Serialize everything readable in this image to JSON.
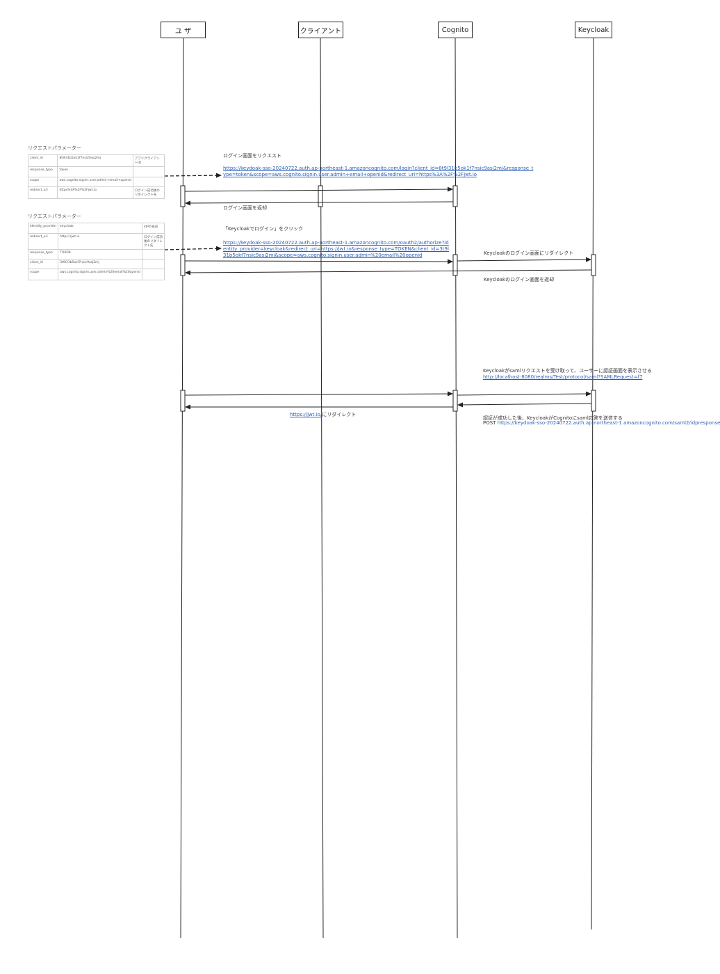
{
  "actors": [
    "ユ ザ",
    "クライアント",
    "Cognito",
    "Keycloak"
  ],
  "step1": {
    "title": "ログイン画面をリクエスト",
    "url": "https://keydoak-sso-20240722.auth.ap-northeast-1.amazoncognito.com/login?client_id=8t9l31b5ok1f7nsic9asj2mj&response_type=token&scope=aws.cognito.signin.user.admin+email+openid&redirect_uri=https%3A%2F%2Fjwt.io",
    "return": "ログイン画面を返却"
  },
  "step2": {
    "title": "「Keycloakでログイン」をクリック",
    "url": "https://keydoak-sso-20240722.auth.ap-northeast-1.amazoncognito.com/oauth2/authorize?identity_provider=keycloak&redirect_uri=https://jwt.io&response_type=TOKEN&client_id=3t9l31b5okf7nsic9asj2mj&scope=aws.cognito.signin.user.admin%20email%20openid",
    "redirect": "Keycloakのログイン画面にリダイレクト",
    "return": "Keycloakのログイン画面を返却"
  },
  "step3": {
    "title": "Keycloakがsamlリクエストを受け取って、ユーザーに認証画面を表示させる",
    "url": "http://localhost:8080/realms/Test/protocol/saml?SAMLRequest=f7"
  },
  "step4": {
    "redirect_url": "https://jwt.io/",
    "redirect_text": "にリダイレクト",
    "title": "認証が成功した後、KeycloakがCognitoにsaml応答を送信する",
    "post_prefix": "POST ",
    "post_url": "https://keydoak-sso-20240722.auth.ap-northeast-1.amazoncognito.com/saml2/idpresponse"
  },
  "params1": {
    "title": "リクエストパラメーター",
    "rows": [
      [
        "client_id",
        "8t9l31b5ok1f7nsic9asj2mj",
        "アプリクライアントID"
      ],
      [
        "response_type",
        "token",
        ""
      ],
      [
        "scope",
        "aws.cognito.signin.user.admin+email+openid",
        ""
      ],
      [
        "redirect_uri",
        "https%3A%2F%2Fjwt.io",
        "ログイン成功後のリダイレクト先"
      ]
    ]
  },
  "params2": {
    "title": "リクエストパラメーター",
    "rows": [
      [
        "identity_provider",
        "keycloak",
        "IdPの名前"
      ],
      [
        "redirect_uri",
        "https://jwt.io",
        "ログイン成功後のリダイレクト先"
      ],
      [
        "response_type",
        "TOKEN",
        ""
      ],
      [
        "client_id",
        "3t9l31b5okf7nsic9asj2mj",
        ""
      ],
      [
        "scope",
        "aws.cognito.signin.user.admin%20email%20openid",
        ""
      ]
    ]
  },
  "colors": {
    "line": "#222222",
    "link": "#2a5fb8"
  }
}
